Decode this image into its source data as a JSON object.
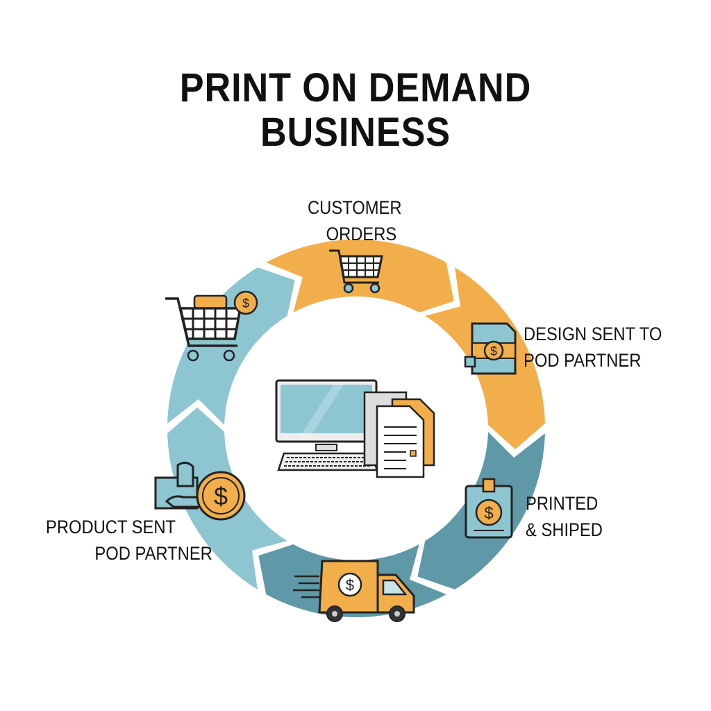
{
  "title": {
    "line1": "PRINT ON DEMAND",
    "line2": "BUSINESS"
  },
  "colors": {
    "orange": "#F2AE4A",
    "dark_teal": "#5F98A7",
    "light_blue": "#8DC5D1",
    "outline": "#222222"
  },
  "steps": [
    {
      "label_lines": [
        "CUSTOMER",
        "ORDERS"
      ],
      "icon": "shopping-cart-icon",
      "color": "orange"
    },
    {
      "label_lines": [
        "DESIGN SENT TO",
        "POD PARTNER"
      ],
      "icon": "design-file-dollar-icon",
      "color": "orange"
    },
    {
      "label_lines": [
        "PRINTED",
        "& SHIPED"
      ],
      "icon": "package-tag-dollar-icon",
      "color": "dark_teal"
    },
    {
      "label_lines": [],
      "icon": "delivery-truck-icon",
      "color": "dark_teal"
    },
    {
      "label_lines": [
        "PRODUCT SENT",
        "POD PARTNER"
      ],
      "icon": "payment-hand-coin-icon",
      "color": "light_blue"
    },
    {
      "label_lines": [],
      "icon": "cart-with-coin-icon",
      "color": "light_blue"
    }
  ],
  "center": {
    "icon": "computer-documents-icon"
  }
}
